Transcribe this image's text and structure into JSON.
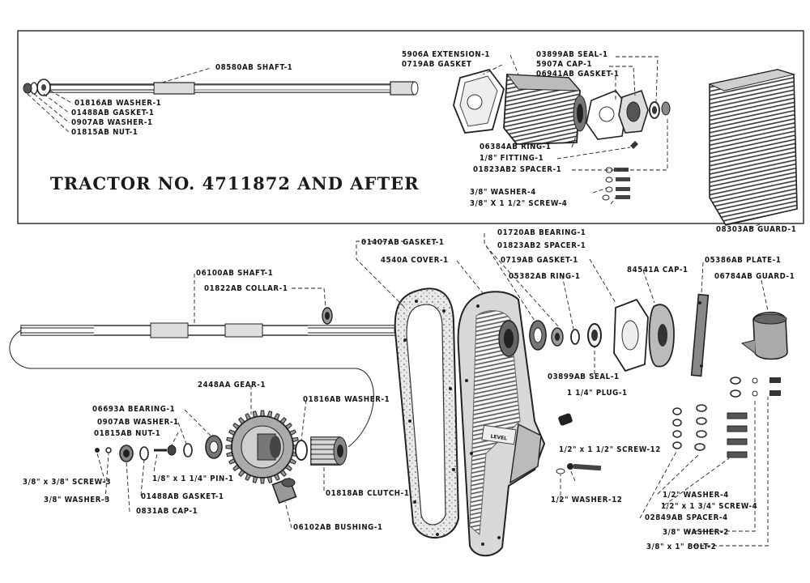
{
  "title": "TRACTOR NO. 4711872 AND AFTER",
  "plate_text": "LEVEL",
  "labels": {
    "shaft_08580": "08580AB SHAFT-1",
    "washer_01816_top": "01816AB WASHER-1",
    "gasket_01488_top": "01488AB GASKET-1",
    "washer_0907_top": "0907AB WASHER-1",
    "nut_01815_top": "01815AB NUT-1",
    "ext_5906": "5906A EXTENSION-1",
    "gasket_0719_top": "0719AB GASKET",
    "seal_03899_top": "03899AB SEAL-1",
    "cap_5907": "5907A CAP-1",
    "gasket_06941": "06941AB GASKET-1",
    "ring_06384": "06384AB RING-1",
    "fitting": "1/8\" FITTING-1",
    "spacer_01823_top": "01823AB2 SPACER-1",
    "washer_38_4": "3/8\" WASHER-4",
    "screw_38_4": "3/8\" X 1 1/2\" SCREW-4",
    "guard_08303": "08303AB GUARD-1",
    "shaft_06100": "06100AB SHAFT-1",
    "collar_01822": "01822AB COLLAR-1",
    "gasket_01407": "01407AB GASKET-1",
    "cover_4540": "4540A COVER-1",
    "bearing_01720": "01720AB BEARING-1",
    "spacer_01823_b": "01823AB2 SPACER-1",
    "gasket_0719_b": "0719AB GASKET-1",
    "ring_05382": "05382AB RING-1",
    "cap_84541": "84541A CAP-1",
    "plate_05386": "05386AB PLATE-1",
    "guard_06784": "06784AB GUARD-1",
    "seal_03899_b": "03899AB SEAL-1",
    "plug": "1 1/4\" PLUG-1",
    "gear_2448": "2448AA GEAR-1",
    "washer_01816_b": "01816AB WASHER-1",
    "bearing_06693": "06693A BEARING-1",
    "washer_0907_b": "0907AB WASHER-1",
    "nut_01815_b": "01815AB NUT-1",
    "screw_38_3": "3/8\" x 3/8\" SCREW-3",
    "washer_38_3": "3/8\" WASHER-3",
    "pin": "1/8\" x 1 1/4\" PIN-1",
    "gasket_01488_b": "01488AB GASKET-1",
    "cap_0831": "0831AB CAP-1",
    "clutch_01818": "01818AB CLUTCH-1",
    "bushing_06102": "06102AB BUSHING-1",
    "screw_12": "1/2\" x 1 1/2\" SCREW-12",
    "washer_12": "1/2\" WASHER-12",
    "washer_12_4": "1/2\" WASHER-4",
    "screw_12_4": "1/2\" x 1 3/4\" SCREW-4",
    "spacer_02849": "02849AB SPACER-4",
    "washer_38_2": "3/8\" WASHER-2",
    "bolt_38_2": "3/8\" x 1\" BOLT-2"
  }
}
